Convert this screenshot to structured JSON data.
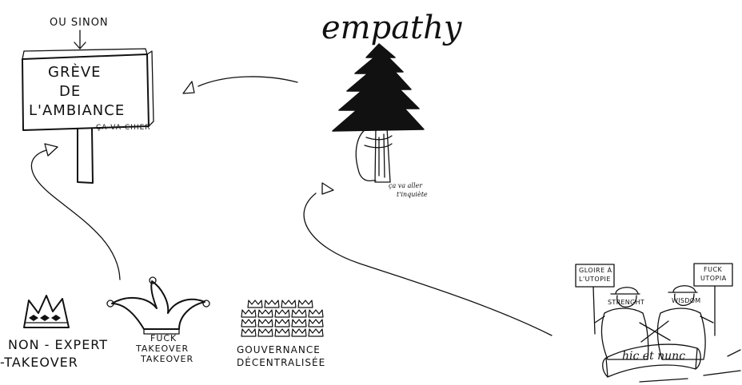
{
  "top_note": "OU SINON",
  "sign": {
    "line1": "GRÈVE",
    "line2": "DE",
    "line3": "L'AMBIANCE",
    "sub": "ÇA VA CHIER"
  },
  "tree": {
    "title": "empathy",
    "caption_line1": "ça va aller",
    "caption_line2": "t'inquiète"
  },
  "items": [
    {
      "label_line1": "NON - EXPERT",
      "label_line2": "-TAKEOVER"
    },
    {
      "label_line1": "FUCK",
      "label_line2": "TAKEOVER",
      "label_line3": "TAKEOVER"
    },
    {
      "label_line1": "GOUVERNANCE",
      "label_line2": "DÉCENTRALISÉE"
    }
  ],
  "protesters": {
    "left_sign_line1": "GLOIRE À",
    "left_sign_line2": "L'UTOPIE",
    "right_sign_line1": "FUCK",
    "right_sign_line2": "UTOPIA",
    "left_shirt": "STRENGHT",
    "right_shirt": "WISDOM",
    "banner": "hic et nunc"
  }
}
